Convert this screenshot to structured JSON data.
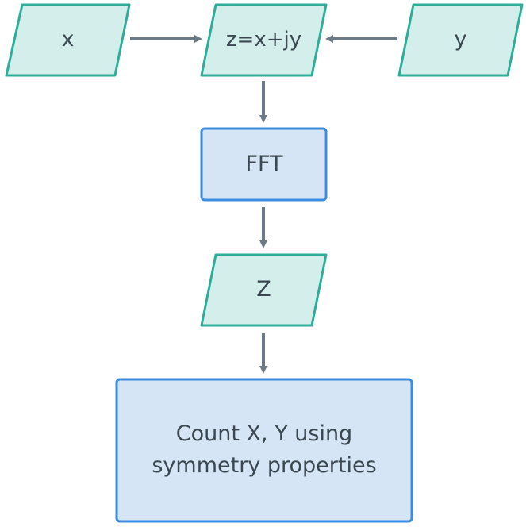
{
  "colors": {
    "io_fill": "#d4eeeb",
    "io_stroke": "#2eae9a",
    "process_fill": "#d5e5f5",
    "process_stroke": "#3b8de0",
    "arrow": "#6c7a86",
    "text": "#3a4650"
  },
  "nodes": {
    "x": {
      "label": "x",
      "shape": "parallelogram"
    },
    "z": {
      "label": "z=x+jy",
      "shape": "parallelogram"
    },
    "y": {
      "label": "y",
      "shape": "parallelogram"
    },
    "fft": {
      "label": "FFT",
      "shape": "rectangle"
    },
    "Z": {
      "label": "Z",
      "shape": "parallelogram"
    },
    "count": {
      "line1": "Count X, Y using",
      "line2": "symmetry properties",
      "shape": "rectangle"
    }
  },
  "edges": [
    {
      "from": "x",
      "to": "z"
    },
    {
      "from": "y",
      "to": "z"
    },
    {
      "from": "z",
      "to": "fft"
    },
    {
      "from": "fft",
      "to": "Z"
    },
    {
      "from": "Z",
      "to": "count"
    }
  ]
}
